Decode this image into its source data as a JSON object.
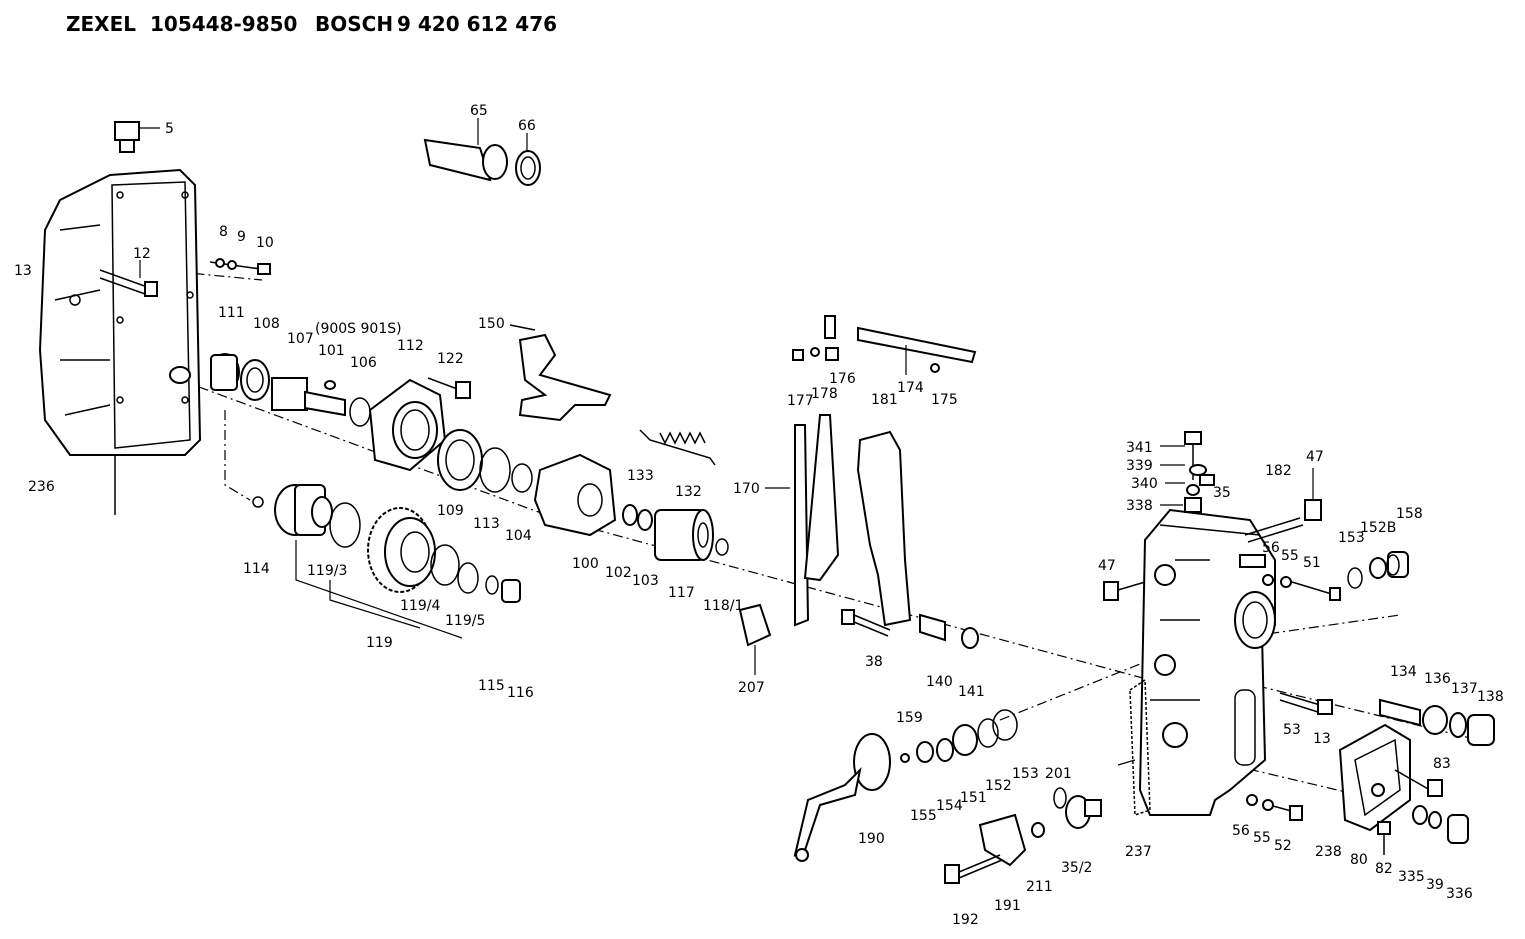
{
  "header": {
    "brand1": "ZEXEL",
    "part1": "105448-9850",
    "brand2": "BOSCH",
    "part2": "9 420 612 476"
  },
  "callouts": {
    "c5": "5",
    "c65": "65",
    "c66": "66",
    "c8": "8",
    "c9": "9",
    "c10": "10",
    "c13a": "13",
    "c12": "12",
    "c111": "111",
    "c108": "108",
    "c107": "107",
    "c9005": "(900S 901S)",
    "c101": "101",
    "c106": "106",
    "c112": "112",
    "c122": "122",
    "c150": "150",
    "c176": "176",
    "c177": "177",
    "c178": "178",
    "c174": "174",
    "c175": "175",
    "c181": "181",
    "c341": "341",
    "c339": "339",
    "c340": "340",
    "c338": "338",
    "c182": "182",
    "c47a": "47",
    "c35": "35",
    "c236": "236",
    "c133": "133",
    "c132": "132",
    "c109": "109",
    "c113": "113",
    "c104": "104",
    "c170": "170",
    "c114": "114",
    "c1193": "119/3",
    "c1194": "119/4",
    "c1195": "119/5",
    "c119": "119",
    "c115": "115",
    "c116": "116",
    "c100": "100",
    "c102": "102",
    "c103": "103",
    "c117": "117",
    "c1181": "118/1",
    "c207": "207",
    "c38": "38",
    "c140": "140",
    "c141": "141",
    "c47b": "47",
    "c56a": "56",
    "c55a": "55",
    "c51": "51",
    "c153a": "153",
    "c152b": "152B",
    "c158": "158",
    "c134": "134",
    "c136": "136",
    "c137": "137",
    "c138": "138",
    "c53": "53",
    "c13b": "13",
    "c159": "159",
    "c155": "155",
    "c154": "154",
    "c151": "151",
    "c152": "152",
    "c153b": "153",
    "c201": "201",
    "c190": "190",
    "c211": "211",
    "c352": "35/2",
    "c237": "237",
    "c56b": "56",
    "c55b": "55",
    "c52": "52",
    "c238": "238",
    "c80": "80",
    "c83": "83",
    "c82": "82",
    "c335": "335",
    "c39": "39",
    "c336": "336",
    "c191": "191",
    "c192": "192"
  }
}
